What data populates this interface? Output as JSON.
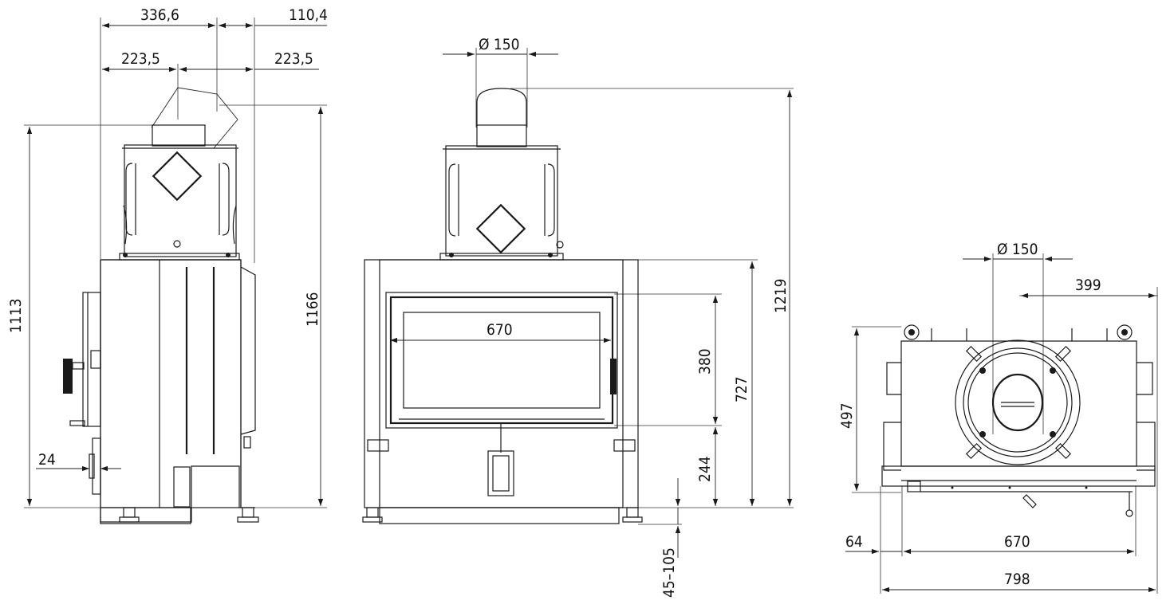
{
  "side_view": {
    "dims": {
      "top_left_width": "336,6",
      "top_right_width": "110,4",
      "pipe_left": "223,5",
      "pipe_right": "223,5",
      "total_height": "1113",
      "flue_height": "1166",
      "door_gap": "24"
    }
  },
  "front_view": {
    "dims": {
      "flue_diameter": "Ø 150",
      "glass_width": "670",
      "glass_height": "380",
      "body_height": "727",
      "total_height": "1219",
      "base_height": "244",
      "leg_adjust": "45–105"
    }
  },
  "top_view": {
    "dims": {
      "flue_diameter": "Ø 150",
      "flue_offset": "399",
      "depth": "497",
      "side_offset": "64",
      "inner_width": "670",
      "outer_width": "798"
    }
  },
  "colors": {
    "line": "#1a1a1a",
    "background": "#ffffff"
  }
}
